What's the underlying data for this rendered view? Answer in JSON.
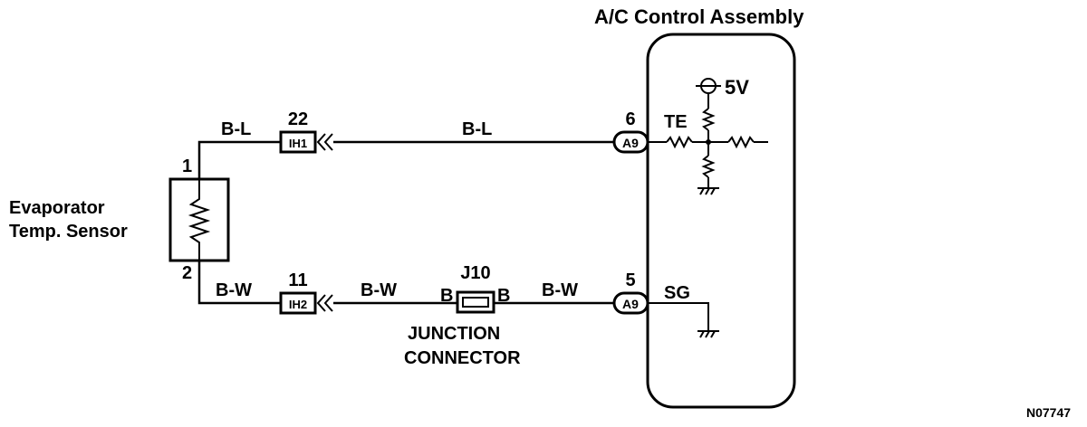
{
  "assembly_label": "A/C Control Assembly",
  "sensor_label_line1": "Evaporator",
  "sensor_label_line2": "Temp. Sensor",
  "sensor_pin_top": "1",
  "sensor_pin_bottom": "2",
  "wire_top_left": "B-L",
  "wire_top_main": "B-L",
  "wire_bottom_left": "B-W",
  "wire_bottom_mid": "B-W",
  "wire_bottom_right": "B-W",
  "connector_ih1": {
    "pin": "22",
    "code": "IH1"
  },
  "connector_ih2": {
    "pin": "11",
    "code": "IH2"
  },
  "connector_a9_top": {
    "pin": "6",
    "code": "A9"
  },
  "connector_a9_bottom": {
    "pin": "5",
    "code": "A9"
  },
  "junction": {
    "code": "J10",
    "left_pin": "B",
    "right_pin": "B",
    "name_line1": "JUNCTION",
    "name_line2": "CONNECTOR"
  },
  "terminal_te": "TE",
  "terminal_sg": "SG",
  "supply_voltage": "5V",
  "figure_id": "N07747"
}
